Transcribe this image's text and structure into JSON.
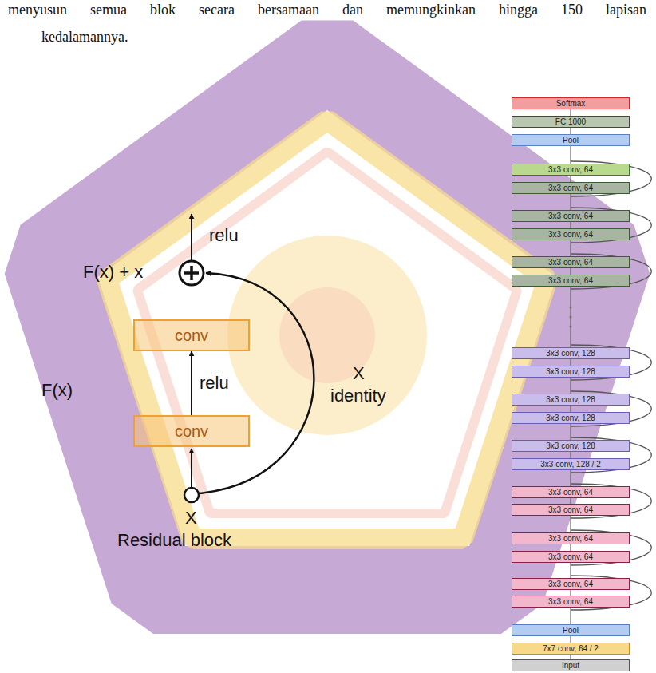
{
  "diagram": {
    "nodes": [
      {
        "text": [
          "conv"
        ]
      },
      {
        "text": [
          "conv"
        ]
      },
      {
        "text": [
          "Softmax"
        ]
      },
      {
        "text": [
          "FC 1000"
        ]
      },
      {
        "text": [
          "Pool"
        ]
      },
      {
        "text": [
          "3x3 conv, 64"
        ]
      },
      {
        "text": [
          "3x3 conv, 64"
        ]
      },
      {
        "text": [
          "3x3 conv, 64"
        ]
      },
      {
        "text": [
          "3x3 conv, 64"
        ]
      },
      {
        "text": [
          "3x3 conv, 64"
        ]
      },
      {
        "text": [
          "3x3 conv, 64"
        ]
      },
      {
        "text": [
          "3x3 conv, 128"
        ]
      },
      {
        "text": [
          "3x3 conv, 128"
        ]
      },
      {
        "text": [
          "3x3 conv, 128"
        ]
      },
      {
        "text": [
          "3x3 conv, 128"
        ]
      },
      {
        "text": [
          "3x3 conv, 128"
        ]
      },
      {
        "text": [
          "3x3 conv, 128 / 2"
        ]
      },
      {
        "text": [
          "3x3 conv, 64"
        ]
      },
      {
        "text": [
          "3x3 conv, 64"
        ]
      },
      {
        "text": [
          "3x3 conv, 64"
        ]
      },
      {
        "text": [
          "3x3 conv, 64"
        ]
      },
      {
        "text": [
          "3x3 conv, 64"
        ]
      },
      {
        "text": [
          "3x3 conv, 64"
        ]
      },
      {
        "text": [
          "Pool"
        ]
      },
      {
        "text": [
          "7x7 conv, 64 / 2"
        ]
      },
      {
        "text": [
          "Input"
        ]
      }
    ],
    "edges": [
      {
        "from": 1,
        "to": 0,
        "arrow": "to",
        "label": "relu"
      },
      {
        "from": 2,
        "to": 3,
        "arrow": "none"
      },
      {
        "from": 3,
        "to": 4,
        "arrow": "none"
      },
      {
        "from": 4,
        "to": 5,
        "arrow": "none"
      },
      {
        "from": 5,
        "to": 6,
        "arrow": "none"
      },
      {
        "from": 6,
        "to": 7,
        "arrow": "none"
      },
      {
        "from": 7,
        "to": 8,
        "arrow": "none"
      },
      {
        "from": 8,
        "to": 9,
        "arrow": "none"
      },
      {
        "from": 9,
        "to": 10,
        "arrow": "none"
      },
      {
        "from": 10,
        "to": 11,
        "arrow": "none"
      },
      {
        "from": 11,
        "to": 12,
        "arrow": "none"
      },
      {
        "from": 12,
        "to": 13,
        "arrow": "none"
      },
      {
        "from": 13,
        "to": 14,
        "arrow": "none"
      },
      {
        "from": 14,
        "to": 15,
        "arrow": "none"
      },
      {
        "from": 15,
        "to": 16,
        "arrow": "none"
      },
      {
        "from": 16,
        "to": 17,
        "arrow": "none"
      },
      {
        "from": 17,
        "to": 18,
        "arrow": "none"
      },
      {
        "from": 18,
        "to": 19,
        "arrow": "none"
      },
      {
        "from": 19,
        "to": 20,
        "arrow": "none"
      },
      {
        "from": 20,
        "to": 21,
        "arrow": "none"
      },
      {
        "from": 21,
        "to": 22,
        "arrow": "none"
      },
      {
        "from": 22,
        "to": 23,
        "arrow": "none"
      },
      {
        "from": 23,
        "to": 24,
        "arrow": "none"
      },
      {
        "from": 24,
        "to": 25,
        "arrow": "none"
      }
    ],
    "labels": [
      "menyusun semua blok secara bersamaan dan memungkinkan hingga 150 lapisan",
      "kedalamannya.",
      "relu",
      "F(x) + x",
      "F(x)",
      "X",
      "identity",
      "X",
      "Residual block"
    ]
  }
}
